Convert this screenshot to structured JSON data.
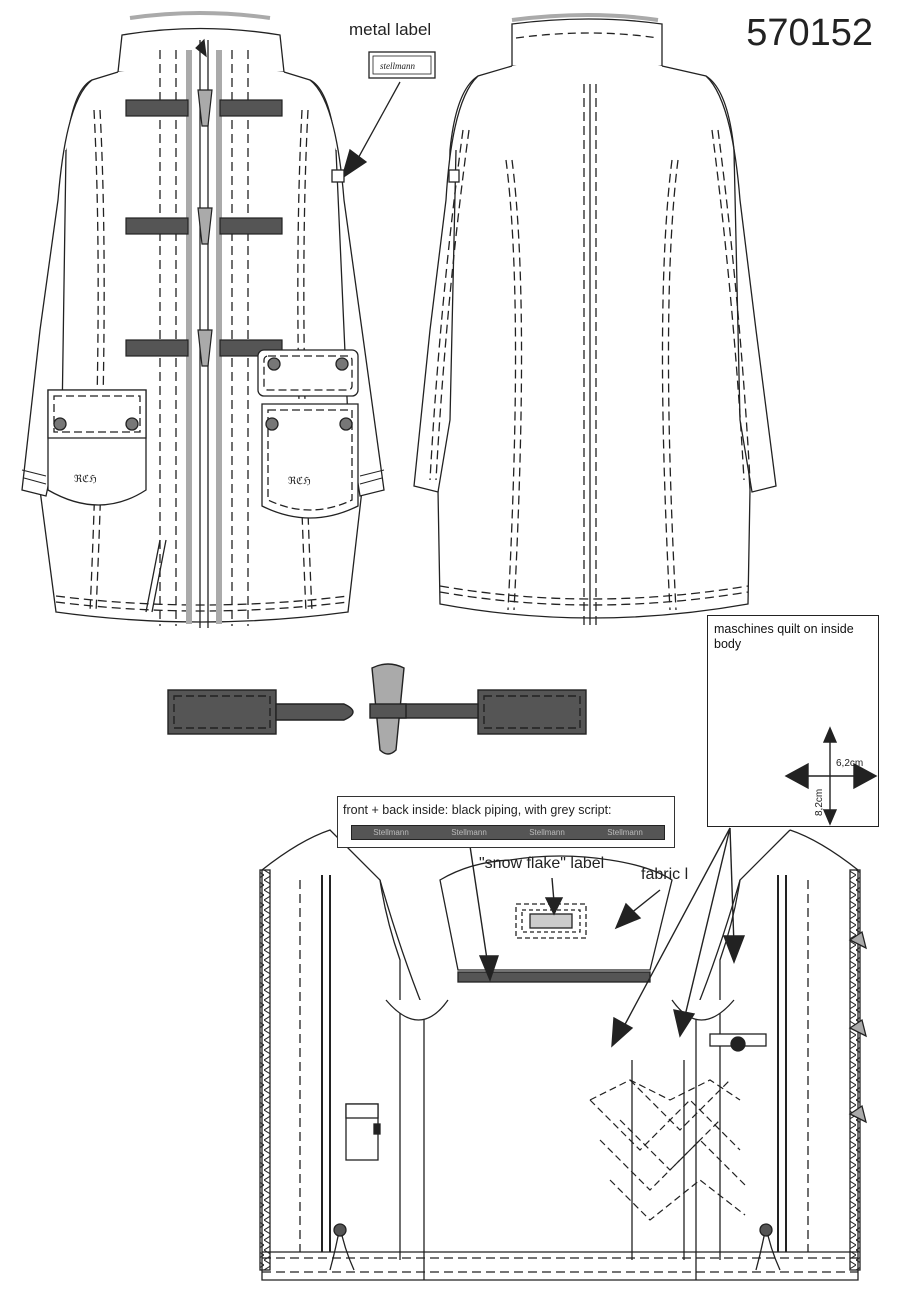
{
  "style_number": "570152",
  "callouts": {
    "metal_label": "metal label",
    "metal_label_plate_text": "stellmann",
    "quilt": "maschines quilt on inside body",
    "quilt_width": "6,2cm",
    "quilt_height": "8,2cm",
    "piping": "front + back inside: black piping, with grey script:",
    "piping_script": [
      "Stellmann",
      "Stellmann",
      "Stellmann",
      "Stellmann"
    ],
    "snow_flake_label": "\"snow flake\" label",
    "fabric_label": "fabric l"
  },
  "colors": {
    "line": "#222222",
    "toggle_dark": "#555555",
    "toggle_light": "#aaaaaa",
    "piping": "#555555"
  }
}
